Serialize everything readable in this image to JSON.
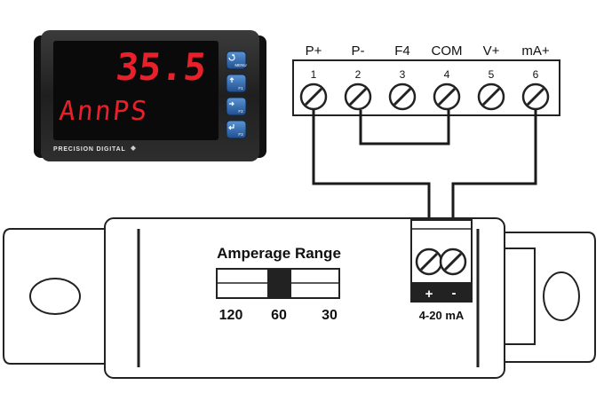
{
  "meter": {
    "main_reading": "35.5",
    "unit_text": "AnnPS",
    "brand": "PRECISION DIGITAL",
    "buttons": [
      {
        "label": "MENU",
        "icon": "menu-icon"
      },
      {
        "label": "F1",
        "icon": "up-arrow-icon"
      },
      {
        "label": "F2",
        "icon": "right-arrow-icon"
      },
      {
        "label": "F3",
        "icon": "enter-icon"
      }
    ]
  },
  "terminal_block": {
    "terminals": [
      {
        "name": "P+",
        "number": "1"
      },
      {
        "name": "P-",
        "number": "2"
      },
      {
        "name": "F4",
        "number": "3"
      },
      {
        "name": "COM",
        "number": "4"
      },
      {
        "name": "V+",
        "number": "5"
      },
      {
        "name": "mA+",
        "number": "6"
      }
    ]
  },
  "sensor": {
    "range_title": "Amperage Range",
    "range_options": [
      "120",
      "60",
      "30"
    ],
    "selected_range": "60",
    "output_plus": "+",
    "output_minus": "-",
    "output_label": "4-20 mA"
  },
  "colors": {
    "display_red": "#e8202a",
    "button_blue": "#2f6fb6",
    "wire": "#1a1a1a"
  }
}
